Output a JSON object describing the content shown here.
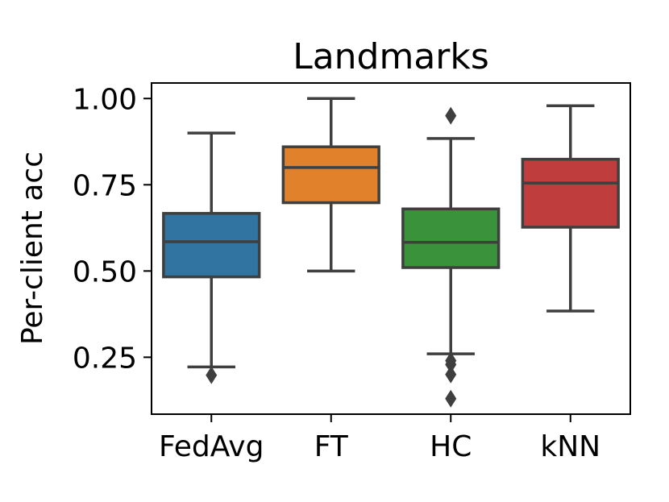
{
  "chart_data": {
    "type": "box",
    "title": "Landmarks",
    "xlabel": "",
    "ylabel": "Per-client acc",
    "ylim": [
      0.085,
      1.045
    ],
    "yticks": [
      0.25,
      0.5,
      0.75,
      1.0
    ],
    "ytick_labels": [
      "0.25",
      "0.50",
      "0.75",
      "1.00"
    ],
    "grid": false,
    "categories": [
      "FedAvg",
      "FT",
      "HC",
      "kNN"
    ],
    "boxes": [
      {
        "name": "FedAvg",
        "color": "#3274a1",
        "whisker_low": 0.222,
        "q1": 0.483,
        "median": 0.585,
        "q3": 0.667,
        "whisker_high": 0.9,
        "outliers": [
          0.198
        ]
      },
      {
        "name": "FT",
        "color": "#e1812c",
        "whisker_low": 0.5,
        "q1": 0.698,
        "median": 0.8,
        "q3": 0.86,
        "whisker_high": 1.0,
        "outliers": []
      },
      {
        "name": "HC",
        "color": "#3a923a",
        "whisker_low": 0.26,
        "q1": 0.51,
        "median": 0.583,
        "q3": 0.68,
        "whisker_high": 0.884,
        "outliers": [
          0.95,
          0.24,
          0.229,
          0.2,
          0.13
        ]
      },
      {
        "name": "kNN",
        "color": "#c03d3e",
        "whisker_low": 0.384,
        "q1": 0.627,
        "median": 0.755,
        "q3": 0.824,
        "whisker_high": 0.979,
        "outliers": []
      }
    ]
  }
}
